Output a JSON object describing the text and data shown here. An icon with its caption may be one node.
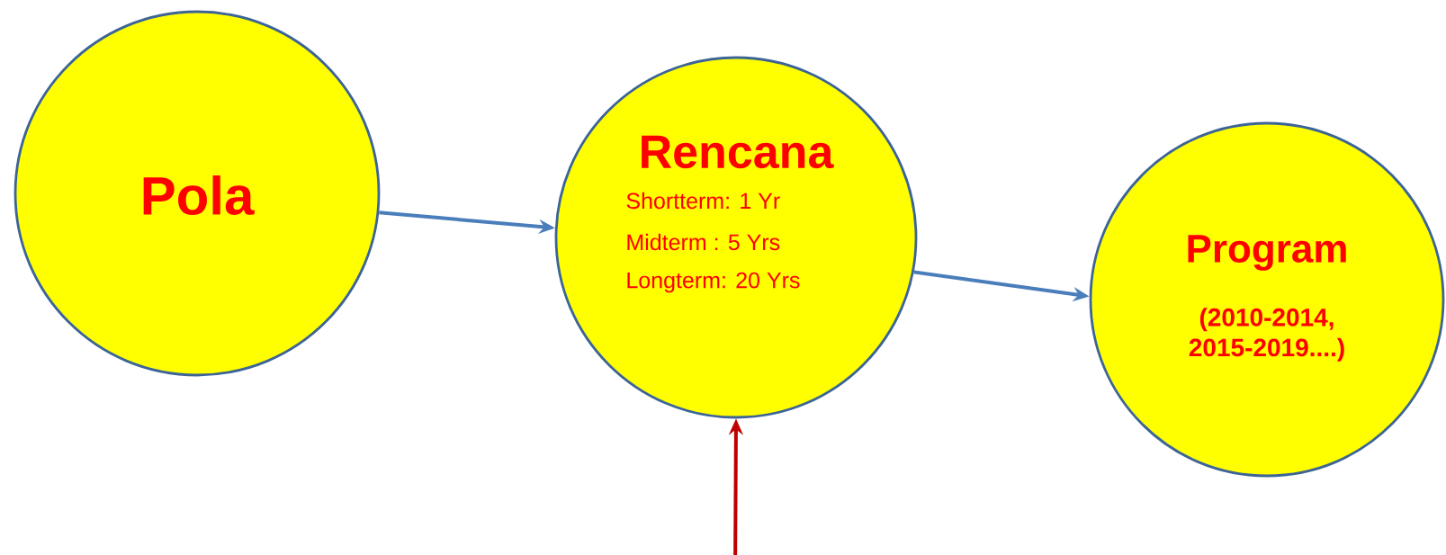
{
  "diagram": {
    "nodes": [
      {
        "text": [
          "Pola"
        ]
      },
      {
        "text": [
          "Rencana",
          "Shortterm: 1 Yr",
          "Midterm : 5 Yrs",
          "Longterm: 20 Yrs"
        ]
      },
      {
        "text": [
          "Program",
          "(2010-2014, 2015-2019....)"
        ]
      }
    ],
    "edges": [
      {
        "from": 0,
        "to": 1,
        "arrow": "to"
      },
      {
        "from": 1,
        "to": 2,
        "arrow": "to"
      },
      {
        "from": null,
        "to": 1,
        "arrow": "to",
        "color": "#c00000"
      }
    ]
  }
}
